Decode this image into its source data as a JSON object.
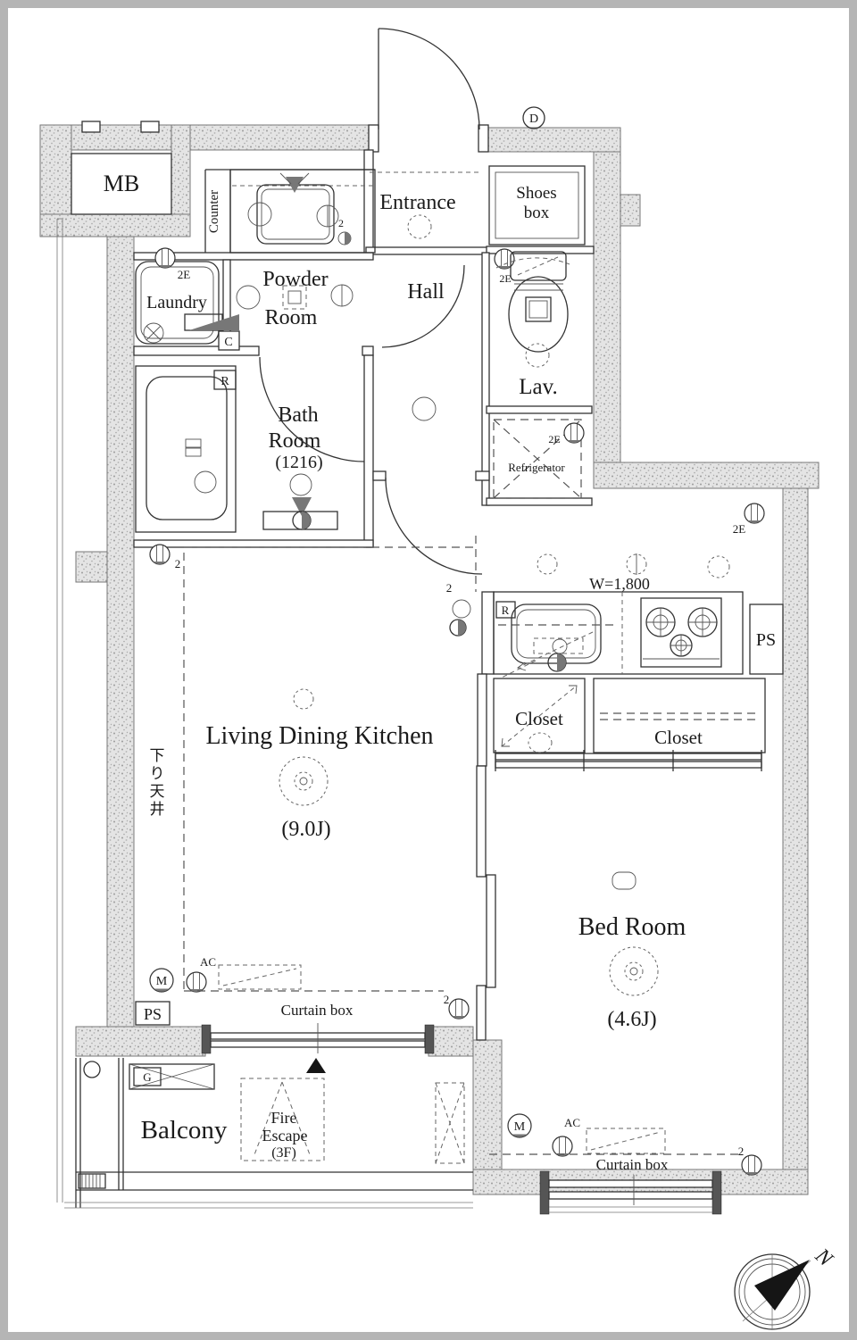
{
  "labels": {
    "mb": "MB",
    "entrance": "Entrance",
    "shoes_box": [
      "Shoes",
      "box"
    ],
    "counter": "Counter",
    "powder_room": [
      "Powder",
      "Room"
    ],
    "laundry": "Laundry",
    "hall": "Hall",
    "lav": "Lav.",
    "bath_room": [
      "Bath",
      "Room",
      "(1216)"
    ],
    "refrigerator": "Refrigerator",
    "kitchen_width": "W=1,800",
    "ps_kitchen": "PS",
    "ps_ldk": "PS",
    "closet_small": "Closet",
    "closet_large": "Closet",
    "ldk": "Living Dining Kitchen",
    "ldk_size": "(9.0J)",
    "lowered_ceiling": [
      "下",
      "り",
      "天",
      "井"
    ],
    "bed_room": "Bed Room",
    "bed_room_size": "(4.6J)",
    "curtain_box_ldk": "Curtain box",
    "curtain_box_bedroom": "Curtain box",
    "balcony": "Balcony",
    "fire_escape": [
      "Fire",
      "Escape",
      "(3F)"
    ],
    "ac_ldk": "AC",
    "ac_bedroom": "AC",
    "compass_north": "N"
  },
  "markers": {
    "laundry_outlet": "2E",
    "lav_outlet": "2E",
    "fridge_outlet": "2E",
    "kitchen_outlet": "2E",
    "vanity_switch": "2",
    "ldk_top_outlet": "2",
    "kitchen_switch": "2",
    "ldk_window_outlet": "2",
    "bedroom_window_outlet": "2",
    "cold_water_tap": "C",
    "bath_remote": "R",
    "sink_remote": "R",
    "entrance_marker": "D",
    "ldk_meter": "M",
    "bedroom_meter": "M",
    "gas_meter": "G"
  }
}
